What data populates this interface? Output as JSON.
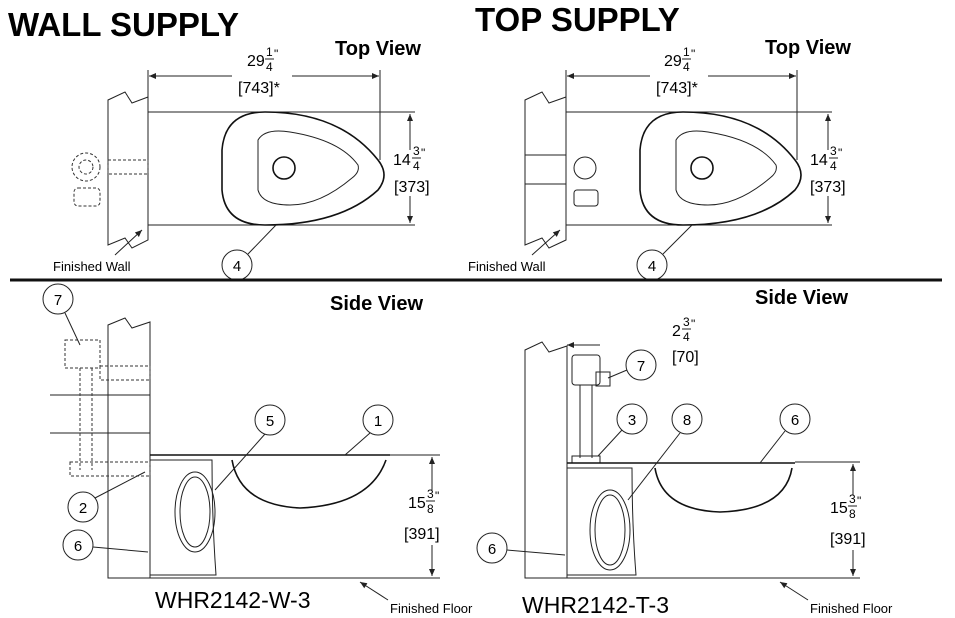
{
  "wall_supply": {
    "title": "WALL SUPPLY",
    "top_view": "Top View",
    "side_view": "Side View",
    "length": {
      "whole": "29",
      "num": "1",
      "den": "4",
      "unit": "\"",
      "mm": "[743]*"
    },
    "width": {
      "whole": "14",
      "num": "3",
      "den": "4",
      "unit": "\"",
      "mm": "[373]"
    },
    "height": {
      "whole": "15",
      "num": "3",
      "den": "8",
      "unit": "\"",
      "mm": "[391]"
    },
    "finished_wall": "Finished Wall",
    "finished_floor": "Finished Floor",
    "model": "WHR2142-W-3",
    "callouts": {
      "top": "4",
      "valve": "7",
      "rim": "1",
      "plate": "5",
      "supply": "2",
      "bolt": "6"
    }
  },
  "top_supply": {
    "title": "TOP SUPPLY",
    "top_view": "Top View",
    "side_view": "Side View",
    "length": {
      "whole": "29",
      "num": "1",
      "den": "4",
      "unit": "\"",
      "mm": "[743]*"
    },
    "width": {
      "whole": "14",
      "num": "3",
      "den": "4",
      "unit": "\"",
      "mm": "[373]"
    },
    "height": {
      "whole": "15",
      "num": "3",
      "den": "8",
      "unit": "\"",
      "mm": "[391]"
    },
    "offset": {
      "whole": "2",
      "num": "3",
      "den": "4",
      "unit": "\"",
      "mm": "[70]"
    },
    "finished_wall": "Finished Wall",
    "finished_floor": "Finished Floor",
    "model": "WHR2142-T-3",
    "callouts": {
      "top": "4",
      "valve": "7",
      "spud": "3",
      "plate": "8",
      "rim": "6",
      "bolt": "6"
    }
  }
}
